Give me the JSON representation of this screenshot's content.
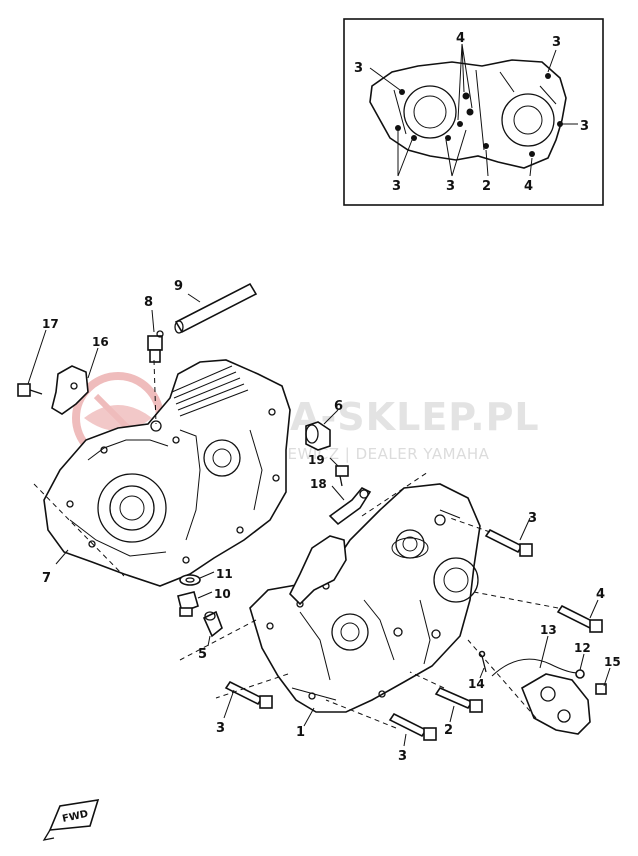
{
  "watermark": {
    "brand": "YAMA-SKLEP.PL",
    "subtitle": "SOŁTYSIEWICZ | DEALER YAMAHA",
    "logo_color": "#e8a0a0"
  },
  "fwd_marker": {
    "label": "FWD"
  },
  "inset_callouts": [
    "4",
    "3",
    "3",
    "3",
    "3",
    "3",
    "2",
    "4"
  ],
  "callouts": {
    "c1": "1",
    "c2": "2",
    "c3a": "3",
    "c3b": "3",
    "c3c": "3",
    "c4": "4",
    "c5": "5",
    "c6": "6",
    "c7": "7",
    "c8": "8",
    "c9": "9",
    "c10": "10",
    "c11": "11",
    "c12": "12",
    "c13": "13",
    "c14": "14",
    "c15": "15",
    "c16": "16",
    "c17": "17",
    "c18": "18",
    "c19": "19"
  }
}
